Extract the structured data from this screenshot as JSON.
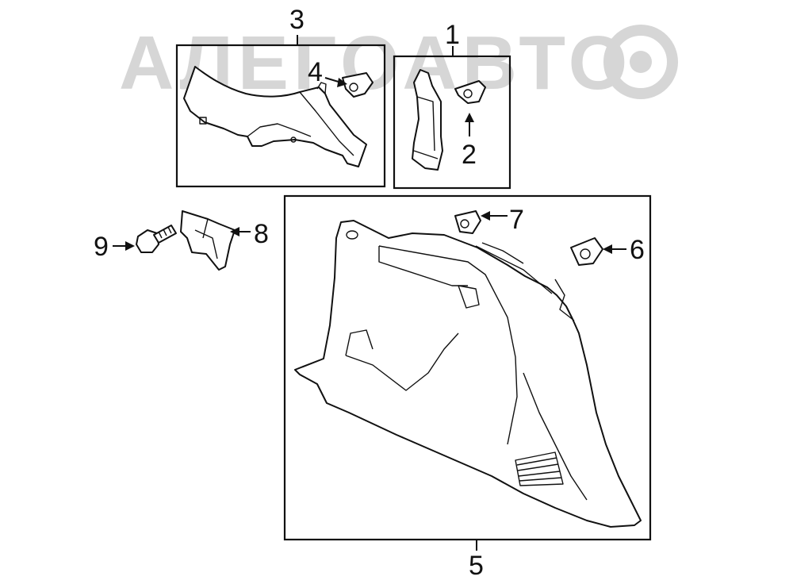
{
  "watermark": {
    "text": "АЛЕГОАВТО"
  },
  "callouts": {
    "c1": "1",
    "c2": "2",
    "c3": "3",
    "c4": "4",
    "c5": "5",
    "c6": "6",
    "c7": "7",
    "c8": "8",
    "c9": "9"
  }
}
